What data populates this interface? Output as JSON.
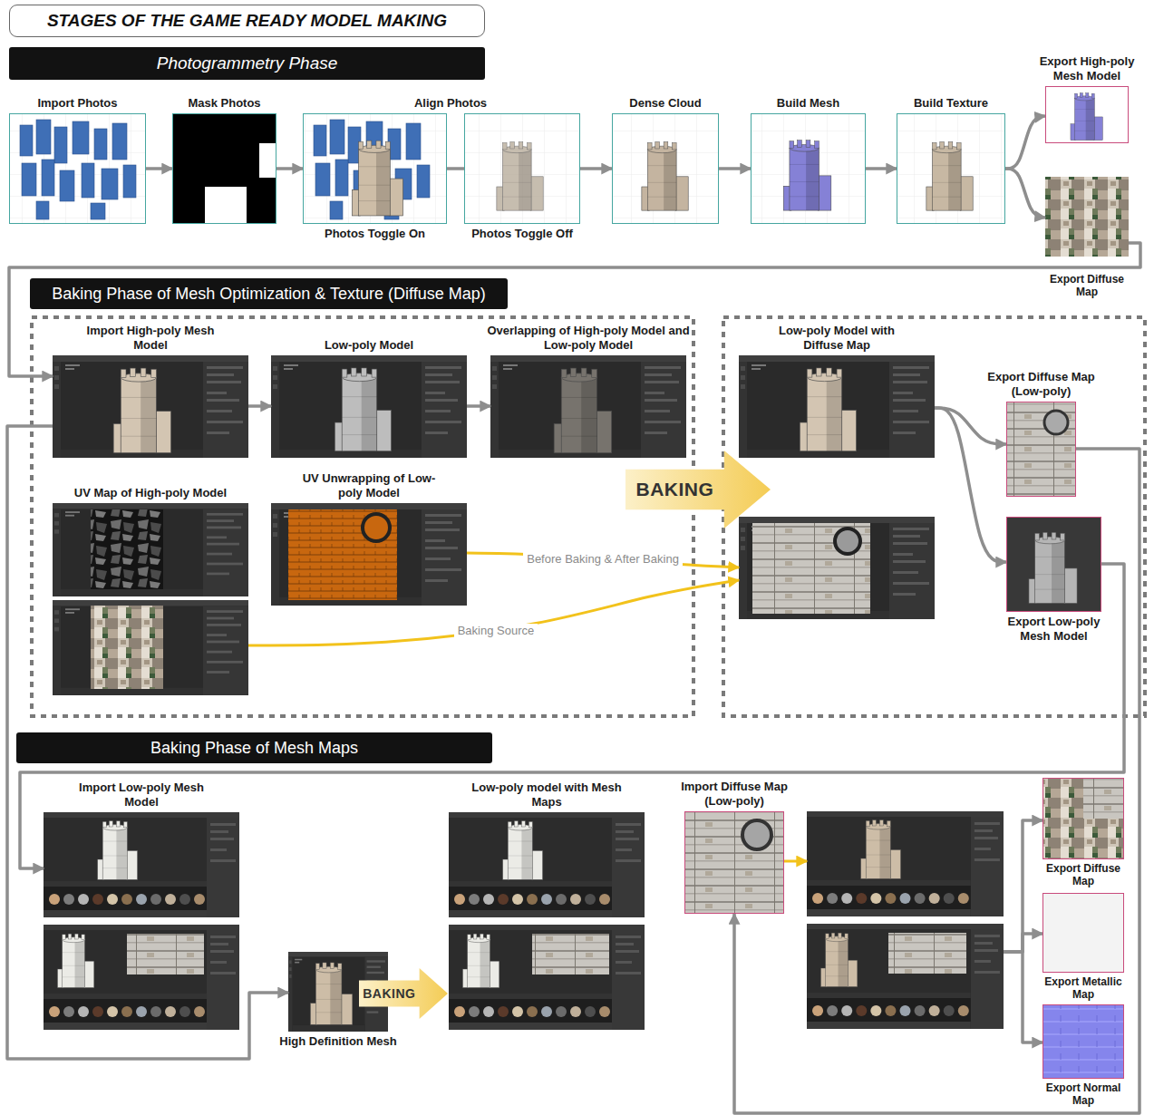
{
  "diagram": {
    "title": "STAGES OF THE GAME READY MODEL MAKING",
    "nodes": [
      {
        "text": [
          "Photogrammetry Phase"
        ]
      },
      {
        "text": [
          "Import Photos"
        ]
      },
      {
        "text": [
          "Mask Photos"
        ]
      },
      {
        "text": [
          "Photos Toggle On"
        ]
      },
      {
        "text": [
          "Photos Toggle Off"
        ]
      },
      {
        "text": [
          "Dense Cloud"
        ]
      },
      {
        "text": [
          "Build Mesh"
        ]
      },
      {
        "text": [
          "Build Texture"
        ]
      },
      {
        "text": [
          "Export High-poly Mesh Model"
        ]
      },
      {
        "text": [
          "Export Diffuse Map"
        ]
      },
      {
        "text": [
          "Baking Phase of Mesh Optimization & Texture (Diffuse Map)"
        ]
      },
      {
        "text": [
          "Import High-poly Mesh Model"
        ]
      },
      {
        "text": [
          "Low-poly Model"
        ]
      },
      {
        "text": [
          "Overlapping of High-poly Model and Low-poly Model"
        ]
      },
      {
        "text": [
          "UV Map of High-poly Model"
        ]
      },
      {
        "text": [
          "UV Unwrapping of Low-poly Model"
        ]
      },
      {
        "text": [
          "BAKING"
        ]
      },
      {
        "text": [
          "Low-poly Model with Diffuse Map"
        ]
      },
      {
        "text": [
          "Export Diffuse Map (Low-poly)"
        ]
      },
      {
        "text": [
          "Export Low-poly Mesh Model"
        ]
      },
      {
        "text": [
          "Baking Phase of Mesh Maps"
        ]
      },
      {
        "text": [
          "Import Low-poly Mesh Model"
        ]
      },
      {
        "text": [
          "High Definition Mesh"
        ]
      },
      {
        "text": [
          "BAKING"
        ]
      },
      {
        "text": [
          "Low-poly model with Mesh Maps"
        ]
      },
      {
        "text": [
          "Import Diffuse Map (Low-poly)"
        ]
      },
      {
        "text": []
      },
      {
        "text": [
          "Export Diffuse Map"
        ]
      },
      {
        "text": [
          "Export Metallic Map"
        ]
      },
      {
        "text": [
          "Export Normal Map"
        ]
      }
    ],
    "edges": [
      {
        "from": 1,
        "to": 2,
        "arrow": "to"
      },
      {
        "from": 2,
        "to": 3,
        "arrow": "to"
      },
      {
        "from": 3,
        "to": 4,
        "arrow": "none"
      },
      {
        "from": 4,
        "to": 5,
        "arrow": "to"
      },
      {
        "from": 5,
        "to": 6,
        "arrow": "to"
      },
      {
        "from": 6,
        "to": 7,
        "arrow": "to"
      },
      {
        "from": 7,
        "to": 8,
        "arrow": "to"
      },
      {
        "from": 7,
        "to": 9,
        "arrow": "to"
      },
      {
        "from": 9,
        "to": 11,
        "arrow": "to"
      },
      {
        "from": 11,
        "to": 12,
        "arrow": "to"
      },
      {
        "from": 12,
        "to": 13,
        "arrow": "to"
      },
      {
        "from": 15,
        "to": 17,
        "label": "Before Baking & After Baking",
        "arrow": "to"
      },
      {
        "from": 14,
        "to": 17,
        "label": "Baking Source",
        "arrow": "to"
      },
      {
        "from": 17,
        "to": 18,
        "arrow": "to"
      },
      {
        "from": 17,
        "to": 19,
        "arrow": "to"
      },
      {
        "from": 19,
        "to": 21,
        "arrow": "to"
      },
      {
        "from": 11,
        "to": 22,
        "arrow": "to"
      },
      {
        "from": 25,
        "to": 26,
        "arrow": "to"
      },
      {
        "from": 26,
        "to": 27,
        "arrow": "to"
      },
      {
        "from": 26,
        "to": 28,
        "arrow": "to"
      },
      {
        "from": 26,
        "to": 29,
        "arrow": "to"
      },
      {
        "from": 18,
        "to": 25,
        "arrow": "to"
      }
    ],
    "labels": [
      "Align Photos"
    ]
  }
}
